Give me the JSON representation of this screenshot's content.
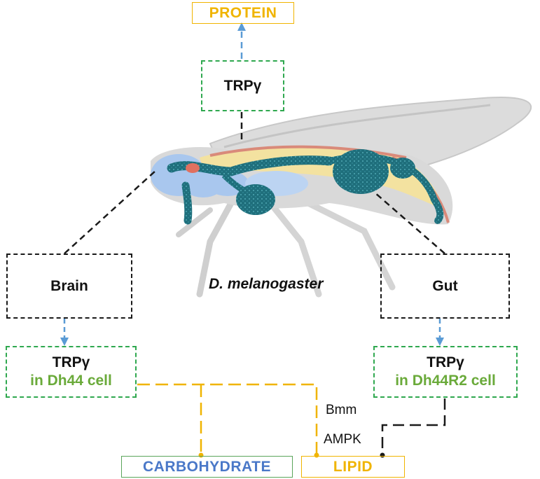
{
  "top_node": {
    "label": "PROTEIN"
  },
  "trp_top": {
    "label": "TRPγ"
  },
  "species": {
    "label": "D. melanogaster"
  },
  "brain": {
    "label": "Brain"
  },
  "gut": {
    "label": "Gut"
  },
  "trp_brain": {
    "line1": "TRPγ",
    "line2": "in Dh44 cell"
  },
  "trp_gut": {
    "line1": "TRPγ",
    "line2": "in Dh44R2 cell"
  },
  "pathway": {
    "bmm": "Bmm",
    "ampk": "AMPK"
  },
  "outputs": {
    "carbohydrate": "CARBOHYDRATE",
    "lipid": "LIPID"
  },
  "colors": {
    "green": "#2fa84f",
    "yellow": "#f0b400",
    "blue_arrow": "#5a9bd5",
    "blue_text": "#4a78c8",
    "teal": "#1f6f7c"
  }
}
